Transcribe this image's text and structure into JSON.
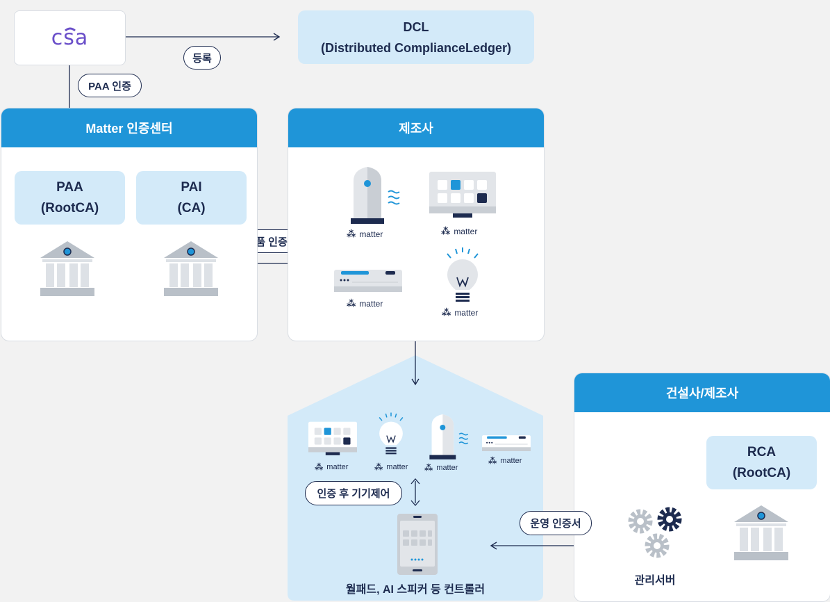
{
  "csa": {
    "logo_text": "csa"
  },
  "dcl": {
    "line1": "DCL",
    "line2": "(Distributed ComplianceLedger)"
  },
  "pills": {
    "register": "등록",
    "paa_cert": "PAA 인증",
    "product_cert": "정품 인증서",
    "control_after_auth": "인증 후 기기제어",
    "operation_cert": "운영 인증서"
  },
  "matter_center": {
    "title": "Matter 인증센터",
    "paa": {
      "line1": "PAA",
      "line2": "(RootCA)"
    },
    "pai": {
      "line1": "PAI",
      "line2": "(CA)"
    }
  },
  "manufacturer": {
    "title": "제조사"
  },
  "builder": {
    "title": "건설사/제조사",
    "rca": {
      "line1": "RCA",
      "line2": "(RootCA)"
    },
    "server_label": "관리서버"
  },
  "home": {
    "controller_label": "월패드, AI 스피커 등 컨트롤러"
  },
  "matter_brand": "matter",
  "icons": {
    "logo": "csa-logo-icon",
    "bank": "bank-building-icon",
    "purifier": "air-purifier-icon",
    "panel": "wall-panel-icon",
    "aircon": "air-conditioner-icon",
    "bulb": "light-bulb-icon",
    "gears": "gears-icon",
    "tablet": "tablet-icon",
    "matter": "matter-logo-icon"
  },
  "colors": {
    "header_blue": "#1f95d8",
    "light_blue": "#d3eaf9",
    "navy": "#1d2b4f",
    "accent": "#1f95d8",
    "csa_purple": "#6a4fc9"
  }
}
